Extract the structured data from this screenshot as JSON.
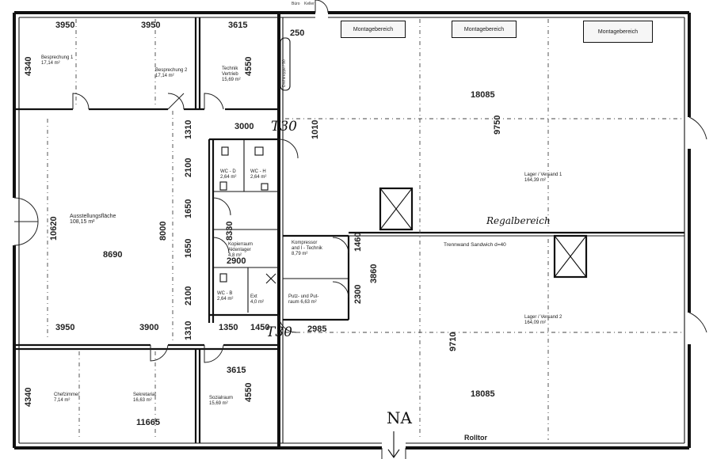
{
  "top_labels": {
    "door_left": "Büro",
    "door_right": "Keller"
  },
  "montage": [
    "Montagebereich",
    "Montagebereich",
    "Montagebereich"
  ],
  "dimensions": {
    "top_3950_a": "3950",
    "top_3950_b": "3950",
    "top_3615": "3615",
    "top_250": "250",
    "h_4340_top": "4340",
    "h_4550_top": "4550",
    "d_1310_a": "1310",
    "d_3000": "3000",
    "d_1010": "1010",
    "d_2100_a": "2100",
    "d_1650_a": "1650",
    "d_8000": "8000",
    "d_8330": "8330",
    "d_1650_b": "1650",
    "d_2100_b": "2100",
    "d_2900": "2900",
    "d_10620": "10620",
    "d_8690": "8690",
    "d_1460": "1460",
    "d_3860": "3860",
    "d_2300": "2300",
    "d_3950_c": "3950",
    "d_3900": "3900",
    "d_1310_b": "1310",
    "d_1350": "1350",
    "d_1450": "1450",
    "d_2985": "2985",
    "d_3615_b": "3615",
    "d_4340_b": "4340",
    "d_4550_b": "4550",
    "d_11665": "11665",
    "d_18085_a": "18085",
    "d_9750": "9750",
    "d_9710": "9710",
    "d_18085_b": "18085"
  },
  "rooms": {
    "besprechung1": "Besprechung 1\n17,14 m²",
    "besprechung2": "Besprechung 2\n17,14 m²",
    "technik": "Technik\nVertrieb\n15,69 m²",
    "ausstellung": "Ausstellungsfläche\n108,15 m²",
    "wc_d": "WC - D\n2,64 m²",
    "wc_h": "WC - H\n2,64 m²",
    "wc_b": "WC - B\n2,64 m²",
    "kopierer": "Kopierraum\nAktenlager\n4,8 m²",
    "kompressor": "Kompressor\nand I - Technik\n8,79 m²",
    "putzraum": "Putz- und Put-\nraum 6,63 m²",
    "ext": "Ext\n4,0 m²",
    "lager1": "Lager / Versand 1\n164,39 m²",
    "lager2": "Lager / Versand 2\n164,09 m²",
    "chefzimmer": "Chefzimmer\n7,14 m²",
    "sekretariat": "Sekretariat\n16,63 m²",
    "sozialraum": "Sozialraum\n15,69 m²"
  },
  "annotations": {
    "t30_top": "T30",
    "t30_bottom": "T30",
    "regalbereich": "Regalbereich",
    "trennwand": "Trennwand Sandwich d=40",
    "rolltor": "Rolltor",
    "na": "NA",
    "treppe": "Drehtreppe / 90"
  }
}
